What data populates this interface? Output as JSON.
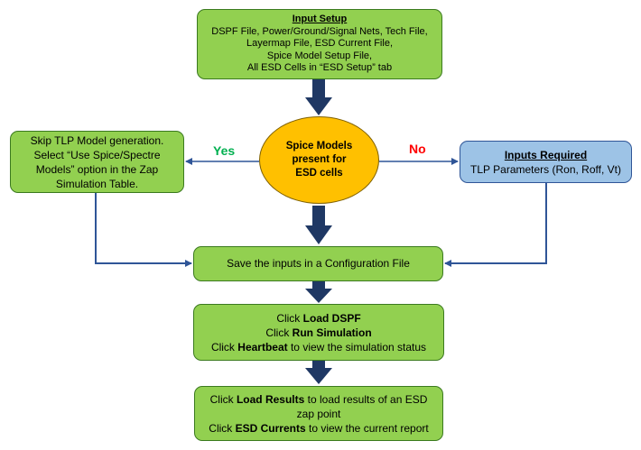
{
  "colors": {
    "process_fill": "#92d050",
    "input_fill": "#9dc3e6",
    "decision_fill": "#ffc000",
    "arrow": "#2f5597",
    "yes_text": "#00b050",
    "no_text": "#ff0000"
  },
  "input_setup": {
    "title": "Input Setup",
    "lines": [
      "DSPF File, Power/Ground/Signal Nets, Tech File,",
      "Layermap File, ESD Current File,",
      "Spice Model Setup File,",
      "All ESD Cells in “ESD Setup” tab"
    ]
  },
  "decision": {
    "lines": [
      "Spice Models",
      "present for",
      "ESD cells"
    ]
  },
  "yes_label": "Yes",
  "no_label": "No",
  "skip_box": {
    "lines": [
      "Skip TLP Model generation.",
      "Select “Use Spice/Spectre",
      "Models” option in the Zap",
      "Simulation Table."
    ]
  },
  "inputs_required": {
    "title": "Inputs Required",
    "text": "TLP Parameters (Ron, Roff, Vt)"
  },
  "save_box": {
    "text": "Save the inputs in a Configuration File"
  },
  "sim_box": {
    "line1_prefix": "Click ",
    "line1_bold": "Load DSPF",
    "line2_prefix": "Click ",
    "line2_bold": "Run Simulation",
    "line3_prefix": "Click ",
    "line3_bold": "Heartbeat",
    "line3_suffix": " to view the simulation status"
  },
  "results_box": {
    "line1_prefix": "Click ",
    "line1_bold": "Load Results",
    "line1_suffix": " to load results of an ESD",
    "line2": "zap point",
    "line3_prefix": "Click ",
    "line3_bold": "ESD Currents",
    "line3_suffix": " to view the current report"
  }
}
